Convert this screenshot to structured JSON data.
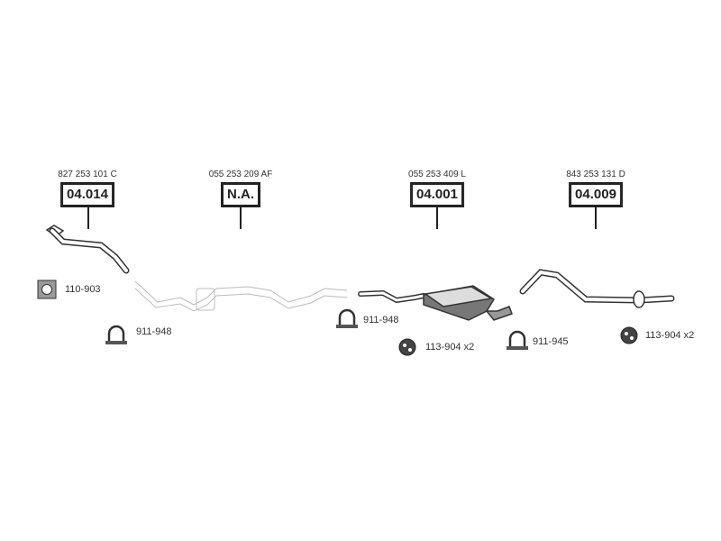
{
  "parts": [
    {
      "oem": "827 253 101 C",
      "code": "04.014"
    },
    {
      "oem": "055 253 209 AF",
      "code": "N.A."
    },
    {
      "oem": "055 253 409 L",
      "code": "04.001"
    },
    {
      "oem": "843 253 131 D",
      "code": "04.009"
    }
  ],
  "accessories": [
    {
      "label": "110-903",
      "icon": "gasket-icon"
    },
    {
      "label": "911-948",
      "icon": "clamp-icon"
    },
    {
      "label": "911-948",
      "icon": "clamp-icon"
    },
    {
      "label": "113-904 x2",
      "icon": "rubber-mount-icon"
    },
    {
      "label": "911-945",
      "icon": "clamp-icon"
    },
    {
      "label": "113-904 x2",
      "icon": "rubber-mount-icon"
    }
  ]
}
